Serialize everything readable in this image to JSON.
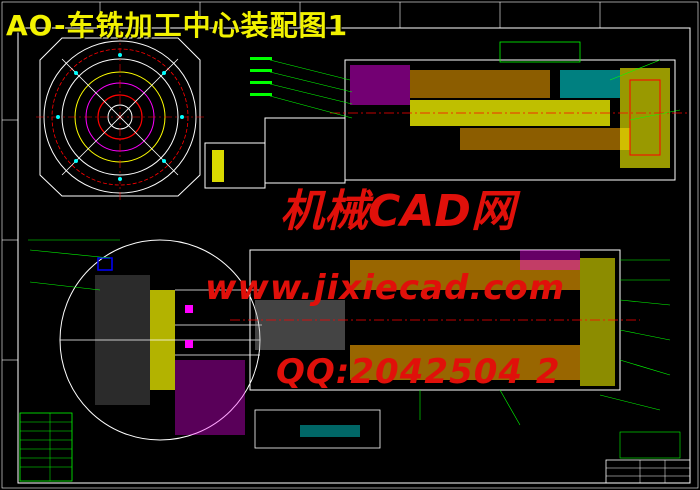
{
  "title": "AO-车铣加工中心装配图1",
  "watermark": {
    "line1": "机械CAD网",
    "line2": "www.jixiecad.com",
    "line3": "QQ:2042504 2"
  },
  "colors": {
    "background": "#000000",
    "title": "#f2f200",
    "watermark": "#e0100a",
    "cad_white": "#ffffff",
    "cad_yellow": "#ffff00",
    "cad_green": "#00ff00",
    "cad_cyan": "#00ffff",
    "cad_red": "#ff0000",
    "cad_magenta": "#ff00ff"
  }
}
